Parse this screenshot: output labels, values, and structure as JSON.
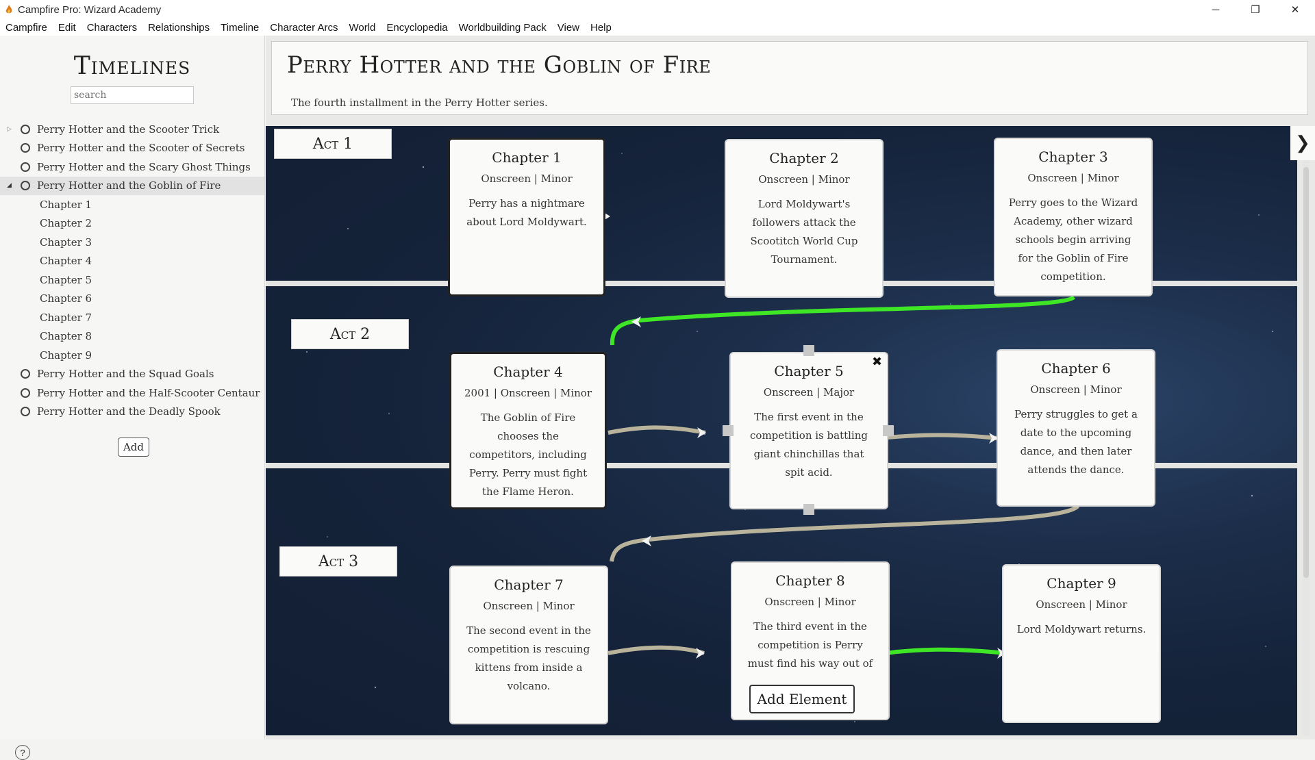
{
  "window": {
    "title": "Campfire Pro: Wizard Academy",
    "minimize": "─",
    "restore": "❐",
    "close": "✕"
  },
  "menu": [
    "Campfire",
    "Edit",
    "Characters",
    "Relationships",
    "Timeline",
    "Character Arcs",
    "World",
    "Encyclopedia",
    "Worldbuilding Pack",
    "View",
    "Help"
  ],
  "sidebar": {
    "title": "Timelines",
    "search_placeholder": "search",
    "timelines": [
      {
        "label": "Perry Hotter and the Scooter Trick"
      },
      {
        "label": "Perry Hotter and the Scooter of Secrets"
      },
      {
        "label": "Perry Hotter and the Scary Ghost Things"
      },
      {
        "label": "Perry Hotter and the Goblin of Fire"
      },
      {
        "label": "Perry Hotter and the Squad Goals"
      },
      {
        "label": "Perry Hotter and the Half-Scooter Centaur"
      },
      {
        "label": "Perry Hotter and the Deadly Spook"
      }
    ],
    "chapters": [
      "Chapter 1",
      "Chapter 2",
      "Chapter 3",
      "Chapter 4",
      "Chapter 5",
      "Chapter 6",
      "Chapter 7",
      "Chapter 8",
      "Chapter 9"
    ],
    "add_label": "Add",
    "help_label": "?"
  },
  "header": {
    "title": "Perry Hotter and the Goblin of Fire",
    "subtitle": "The fourth installment in the Perry Hotter series."
  },
  "acts": [
    "Act 1",
    "Act 2",
    "Act 3"
  ],
  "cards": [
    {
      "title": "Chapter 1",
      "meta": "Onscreen | Minor",
      "desc": "Perry has a nightmare about Lord Moldywart."
    },
    {
      "title": "Chapter 2",
      "meta": "Onscreen | Minor",
      "desc": "Lord Moldywart's followers attack the Scootitch World Cup Tournament."
    },
    {
      "title": "Chapter 3",
      "meta": "Onscreen | Minor",
      "desc": "Perry goes to the Wizard Academy, other wizard schools begin arriving for the Goblin of Fire competition."
    },
    {
      "title": "Chapter 4",
      "meta": "2001 | Onscreen | Minor",
      "desc": "The Goblin of Fire chooses the competitors, including Perry. Perry must fight the Flame Heron."
    },
    {
      "title": "Chapter 5",
      "meta": "Onscreen | Major",
      "desc": "The first event in the competition is battling giant chinchillas that spit acid."
    },
    {
      "title": "Chapter 6",
      "meta": "Onscreen | Minor",
      "desc": "Perry struggles to get a date to the upcoming dance, and then later attends the dance."
    },
    {
      "title": "Chapter 7",
      "meta": "Onscreen | Minor",
      "desc": "The second event in the competition is rescuing kittens from inside a volcano."
    },
    {
      "title": "Chapter 8",
      "meta": "Onscreen | Minor",
      "desc": "The third event in the competition is Perry must find his way out of"
    },
    {
      "title": "Chapter 9",
      "meta": "Onscreen | Minor",
      "desc": "Lord Moldywart returns."
    }
  ],
  "close_card": "✖",
  "add_element_label": "Add Element",
  "side_toggle": "❯",
  "colors": {
    "link_black": "#111111",
    "link_green": "#3ee626",
    "link_gray": "#b8b39a",
    "canvas": "#15233a"
  }
}
